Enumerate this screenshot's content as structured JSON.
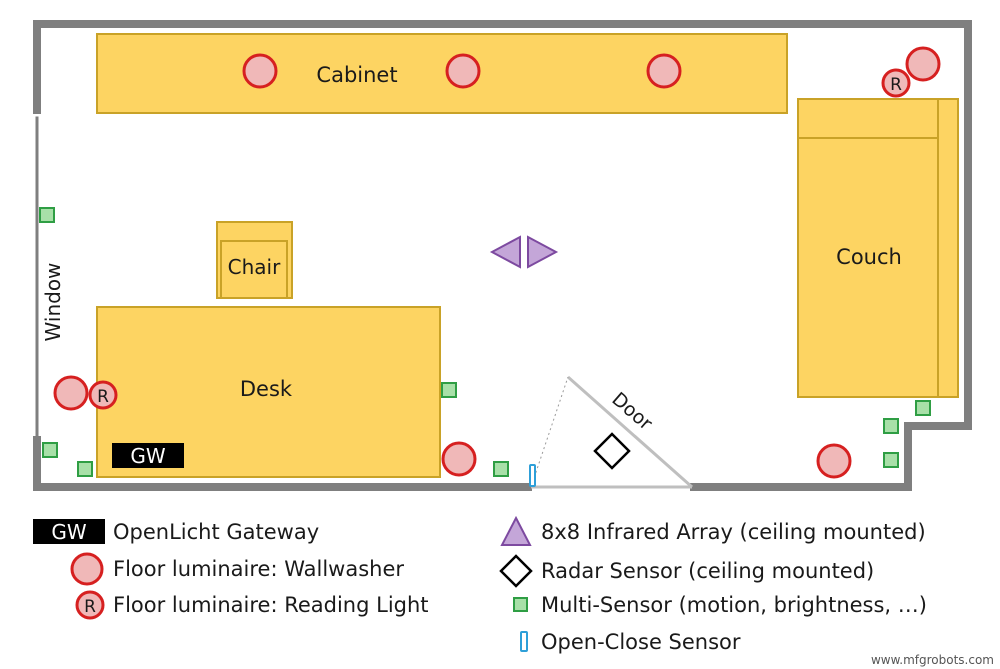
{
  "labels": {
    "cabinet": "Cabinet",
    "couch": "Couch",
    "chair": "Chair",
    "desk": "Desk",
    "window": "Window",
    "door": "Door",
    "gateway_badge": "GW"
  },
  "legend": {
    "gateway": "OpenLicht Gateway",
    "wallwasher": "Floor luminaire: Wallwasher",
    "reading_light": "Floor luminaire: Reading Light",
    "reading_marker": "R",
    "infrared": "8x8 Infrared Array (ceiling mounted)",
    "radar": "Radar Sensor (ceiling mounted)",
    "multi_sensor": "Multi-Sensor (motion, brightness, …)",
    "open_close": "Open-Close Sensor"
  },
  "watermark": "www.mfgrobots.com",
  "colors": {
    "furniture_fill": "#fdd462",
    "furniture_stroke": "#c9a227",
    "wall": "#7f7f7f",
    "luminaire_fill": "#f0b8b8",
    "luminaire_stroke": "#d62020",
    "sensor_fill": "#a8e0a8",
    "sensor_stroke": "#2f9e44",
    "infrared_fill": "#c4a6d8",
    "infrared_stroke": "#7d4aa0",
    "open_close": "#2e9fd8",
    "gateway_bg": "#000000"
  }
}
